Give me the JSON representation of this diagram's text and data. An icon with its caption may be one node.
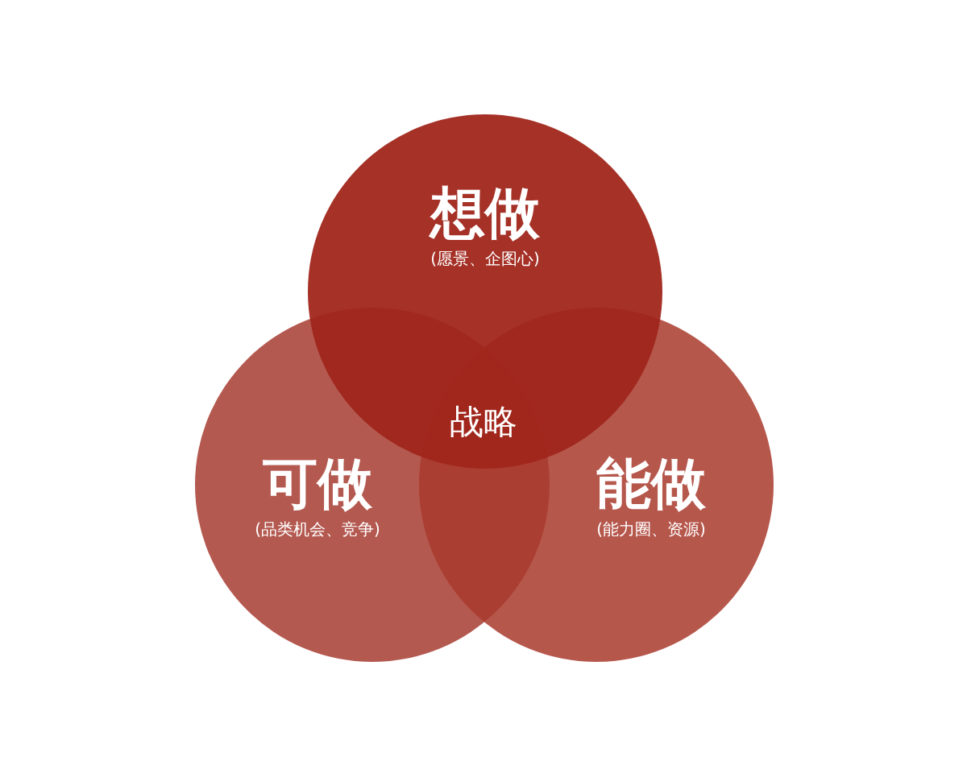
{
  "diagram": {
    "nodes": [
      {
        "text": [
          "想做",
          "(愿景、企图心)"
        ]
      },
      {
        "text": [
          "可做",
          "(品类机会、竞争)"
        ]
      },
      {
        "text": [
          "能做",
          "(能力圈、资源)"
        ]
      }
    ],
    "labels": [
      "战略"
    ]
  }
}
